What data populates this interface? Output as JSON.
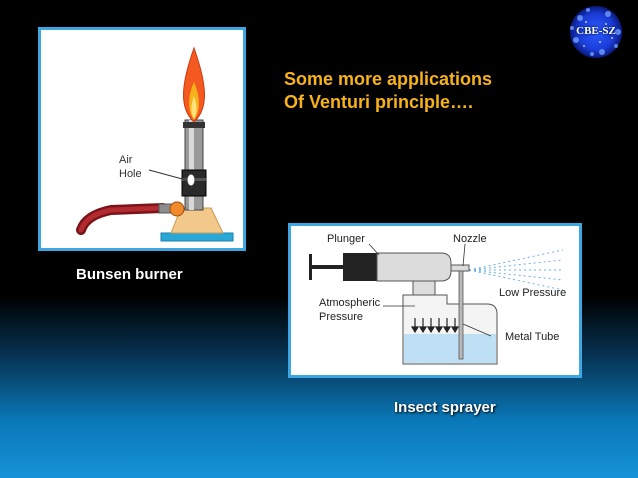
{
  "logo": {
    "text": "CBE-SZ"
  },
  "heading": {
    "line1": "Some more applications",
    "line2": "Of Venturi principle…."
  },
  "bunsen": {
    "air_hole_line1": "Air",
    "air_hole_line2": "Hole",
    "caption": "Bunsen burner"
  },
  "sprayer": {
    "plunger": "Plunger",
    "nozzle": "Nozzle",
    "low_pressure": "Low Pressure",
    "atmospheric_line1": "Atmospheric",
    "atmospheric_line2": "Pressure",
    "metal_tube": "Metal Tube",
    "caption": "Insect sprayer"
  },
  "colors": {
    "heading": "#f6b21a",
    "frame_border": "#3ea6e0",
    "background_bottom": "#1592d6"
  }
}
